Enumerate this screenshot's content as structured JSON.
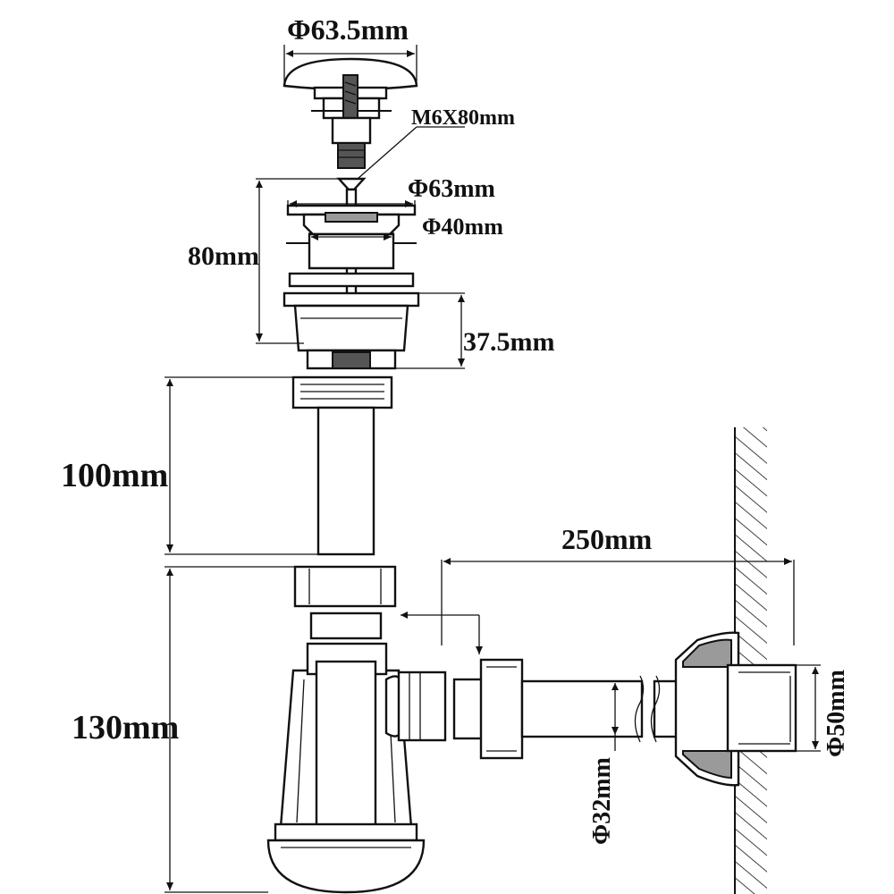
{
  "labels": {
    "cap_diameter": "Φ63.5mm",
    "screw": "M6X80mm",
    "flange_diameter": "Φ63mm",
    "body_diameter": "Φ40mm",
    "waste_height": "80mm",
    "thread_height": "37.5mm",
    "pipe_length": "100mm",
    "trap_height": "130mm",
    "outlet_length": "250mm",
    "outlet_diameter": "Φ50mm",
    "pipe_diameter": "Φ32mm"
  },
  "colors": {
    "line": "#111111",
    "shade": "#9a9a9a",
    "background": "#ffffff"
  }
}
